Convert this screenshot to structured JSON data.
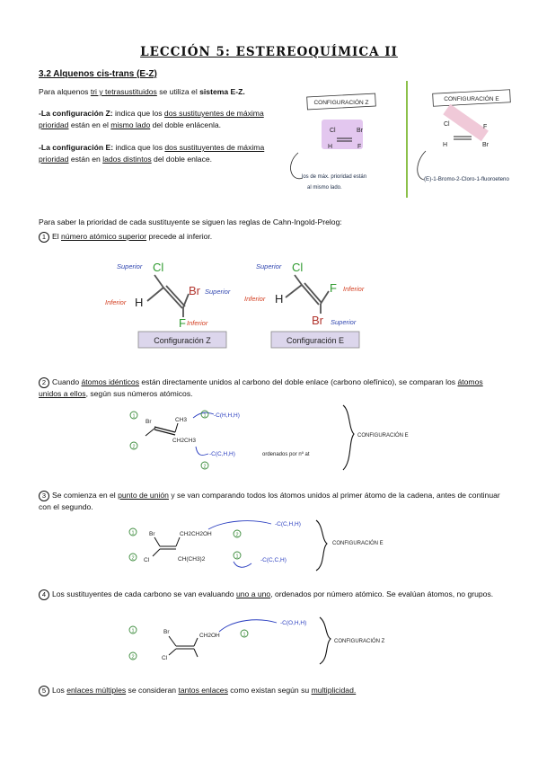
{
  "title": "LECCIÓN 5: ESTEREOQUÍMICA II",
  "section": "3.2 Alquenos cis-trans (E-Z)",
  "intro": {
    "pre": "Para alquenos ",
    "u1": "tri y tetrasustituidos",
    "mid": " se utiliza el ",
    "bold": "sistema E-Z."
  },
  "config_z": {
    "lead": "-La configuración Z:",
    "t1": " indica que los ",
    "u1": "dos sustituyentes de máxima prioridad",
    "t2": " están en el ",
    "u2": "mismo lado",
    "t3": " del doble enlácenla."
  },
  "config_e": {
    "lead": "-La configuración E:",
    "t1": " indica que los ",
    "u1": "dos sustituyentes de máxima prioridad",
    "t2": " están en ",
    "u2": "lados distintos",
    "t3": " del doble enlace."
  },
  "sketch_left": {
    "label": "CONFIGURACIÓN Z",
    "atoms": [
      "Cl",
      "Br",
      "H",
      "F"
    ],
    "note1": "los de máx. prioridad están",
    "note2": "al mismo lado."
  },
  "sketch_right": {
    "label": "CONFIGURACIÓN E",
    "atoms": [
      "Cl",
      "F",
      "H",
      "Br"
    ],
    "note": "(E)-1-Bromo-2-Cloro-1-fluoroeteno"
  },
  "rules_intro": "Para saber la prioridad de cada sustituyente se siguen las reglas de Cahn-Ingold-Prelog:",
  "rule1": {
    "num": "1",
    "pre": "El ",
    "u": "número atómico superior",
    "post": " precede al inferior."
  },
  "diagram_z": {
    "atoms": [
      "Cl",
      "H",
      "Br",
      "F"
    ],
    "tags": [
      "Superior",
      "Inferior",
      "Superior",
      "Inferior"
    ],
    "caption": "Configuración Z"
  },
  "diagram_e": {
    "atoms": [
      "Cl",
      "H",
      "F",
      "Br"
    ],
    "tags": [
      "Superior",
      "Inferior",
      "Inferior",
      "Superior"
    ],
    "caption": "Configuración E"
  },
  "rule2": {
    "num": "2",
    "pre": "Cuando ",
    "u1": "átomos idénticos",
    "mid1": " están directamente unidos al carbono del doble enlace (carbono olefínico), se comparan los ",
    "u2": "átomos unidos a ellos",
    "post": ", según sus números atómicos."
  },
  "hw2": {
    "a1": "Br",
    "a2": "CH3",
    "a3": "CH2CH3",
    "r1": "-C(H,H,H)",
    "r2": "-C(C,H,H)",
    "note": "ordenados por nº at",
    "result": "CONFIGURACIÓN E",
    "p1": "1",
    "p2": "2",
    "p3": "1",
    "p4": "2"
  },
  "rule3": {
    "num": "3",
    "pre": "Se comienza en el ",
    "u": "punto de unión",
    "post": " y se van comparando todos los átomos unidos al primer átomo de la cadena, antes de continuar con el segundo."
  },
  "hw3": {
    "a1": "Br",
    "a2": "CH2CH2OH",
    "a3": "Cl",
    "a4": "CH(CH3)2",
    "r1": "-C(C,H,H)",
    "r2": "-C(C,C,H)",
    "result": "CONFIGURACIÓN E",
    "p1": "1",
    "p2": "2",
    "p3": "2",
    "p4": "1"
  },
  "rule4": {
    "num": "4",
    "pre": "Los sustituyentes de cada carbono se van evaluando ",
    "u": "uno a uno",
    "post": ", ordenados por número atómico. Se evalúan átomos, no grupos."
  },
  "hw4": {
    "a1": "Br",
    "a2": "CH2OH",
    "a3": "Cl",
    "r1": "-C(O,H,H)",
    "result": "CONFIGURACIÓN Z",
    "p1": "1",
    "p2": "2",
    "p3": "1"
  },
  "rule5": {
    "num": "5",
    "pre": "Los ",
    "u1": "enlaces múltiples",
    "mid": " se consideran ",
    "u2": "tantos enlaces",
    "mid2": " como existan según su ",
    "u3": "multiplicidad."
  }
}
